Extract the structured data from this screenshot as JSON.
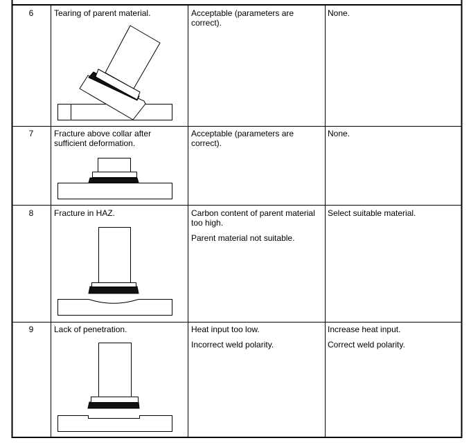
{
  "rows": [
    {
      "no": "6",
      "defect": "Tearing of parent material.",
      "cause": [
        "Acceptable (parameters are correct)."
      ],
      "remedy": [
        "None."
      ]
    },
    {
      "no": "7",
      "defect": "Fracture above collar after sufficient deformation.",
      "cause": [
        "Acceptable (parameters are correct)."
      ],
      "remedy": [
        "None."
      ]
    },
    {
      "no": "8",
      "defect": "Fracture in HAZ.",
      "cause": [
        "Carbon content of parent material too high.",
        "Parent material not suitable."
      ],
      "remedy": [
        "Select suitable material."
      ]
    },
    {
      "no": "9",
      "defect": "Lack of penetration.",
      "cause": [
        "Heat input too low.",
        "Incorrect weld polarity."
      ],
      "remedy": [
        "Increase heat input.",
        "Correct weld polarity."
      ]
    }
  ]
}
